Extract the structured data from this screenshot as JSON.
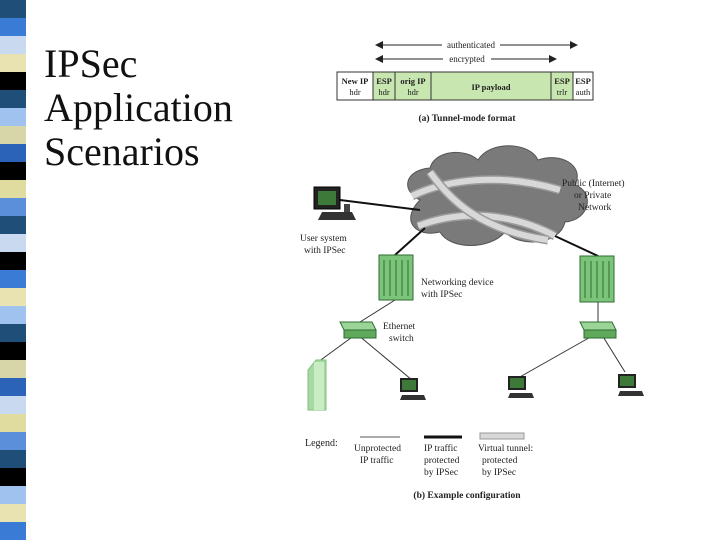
{
  "slide": {
    "title_lines": [
      "IPSec",
      "Application",
      "Scenarios"
    ]
  },
  "stripe_colors": [
    "#1f4e79",
    "#3a7bd5",
    "#c9d9f0",
    "#e8e3b0",
    "#000000",
    "#1f4e79",
    "#9fc3ee",
    "#d6d6a8",
    "#2b63b8",
    "#000000",
    "#e0dca0",
    "#5b8fd9",
    "#1f4e79",
    "#c9d9f0",
    "#000000",
    "#3a7bd5",
    "#e8e3b0",
    "#9fc3ee",
    "#1f4e79",
    "#000000",
    "#d6d6a8",
    "#2b63b8",
    "#c9d9f0",
    "#e0dca0",
    "#5b8fd9",
    "#1f4e79",
    "#000000",
    "#9fc3ee",
    "#e8e3b0",
    "#3a7bd5"
  ],
  "tunnel_format": {
    "authenticated_label": "authenticated",
    "encrypted_label": "encrypted",
    "fields": [
      {
        "line1": "New IP",
        "line2": "hdr",
        "color": "#ffffff"
      },
      {
        "line1": "ESP",
        "line2": "hdr",
        "color": "#c8e6b0"
      },
      {
        "line1": "orig IP",
        "line2": "hdr",
        "color": "#c8e6b0"
      },
      {
        "line1": "IP payload",
        "line2": "",
        "color": "#c8e6b0"
      },
      {
        "line1": "ESP",
        "line2": "trlr",
        "color": "#c8e6b0"
      },
      {
        "line1": "ESP",
        "line2": "auth",
        "color": "#ffffff"
      }
    ],
    "caption": "(a) Tunnel-mode format"
  },
  "network": {
    "cloud_label_lines": [
      "Public (Internet)",
      "or Private",
      "Network"
    ],
    "user_system_label_lines": [
      "User system",
      "with IPSec"
    ],
    "networking_device_label_lines": [
      "Networking device",
      "with IPSec"
    ],
    "ethernet_switch_label_lines": [
      "Ethernet",
      "switch"
    ]
  },
  "legend": {
    "title": "Legend:",
    "items": [
      {
        "lines": [
          "Unprotected",
          "IP traffic"
        ]
      },
      {
        "lines": [
          "IP traffic",
          "protected",
          "by IPSec"
        ]
      },
      {
        "lines": [
          "Virtual tunnel:",
          "protected",
          "by IPSec"
        ]
      }
    ]
  },
  "caption_b": "(b) Example configuration",
  "colors": {
    "device_green": "#7cc47a",
    "device_dark": "#2f6e33",
    "cloud_fill": "#7a7a7a",
    "tunnel_fill": "#d8d8d8",
    "tunnel_stroke": "#9a9a9a"
  }
}
